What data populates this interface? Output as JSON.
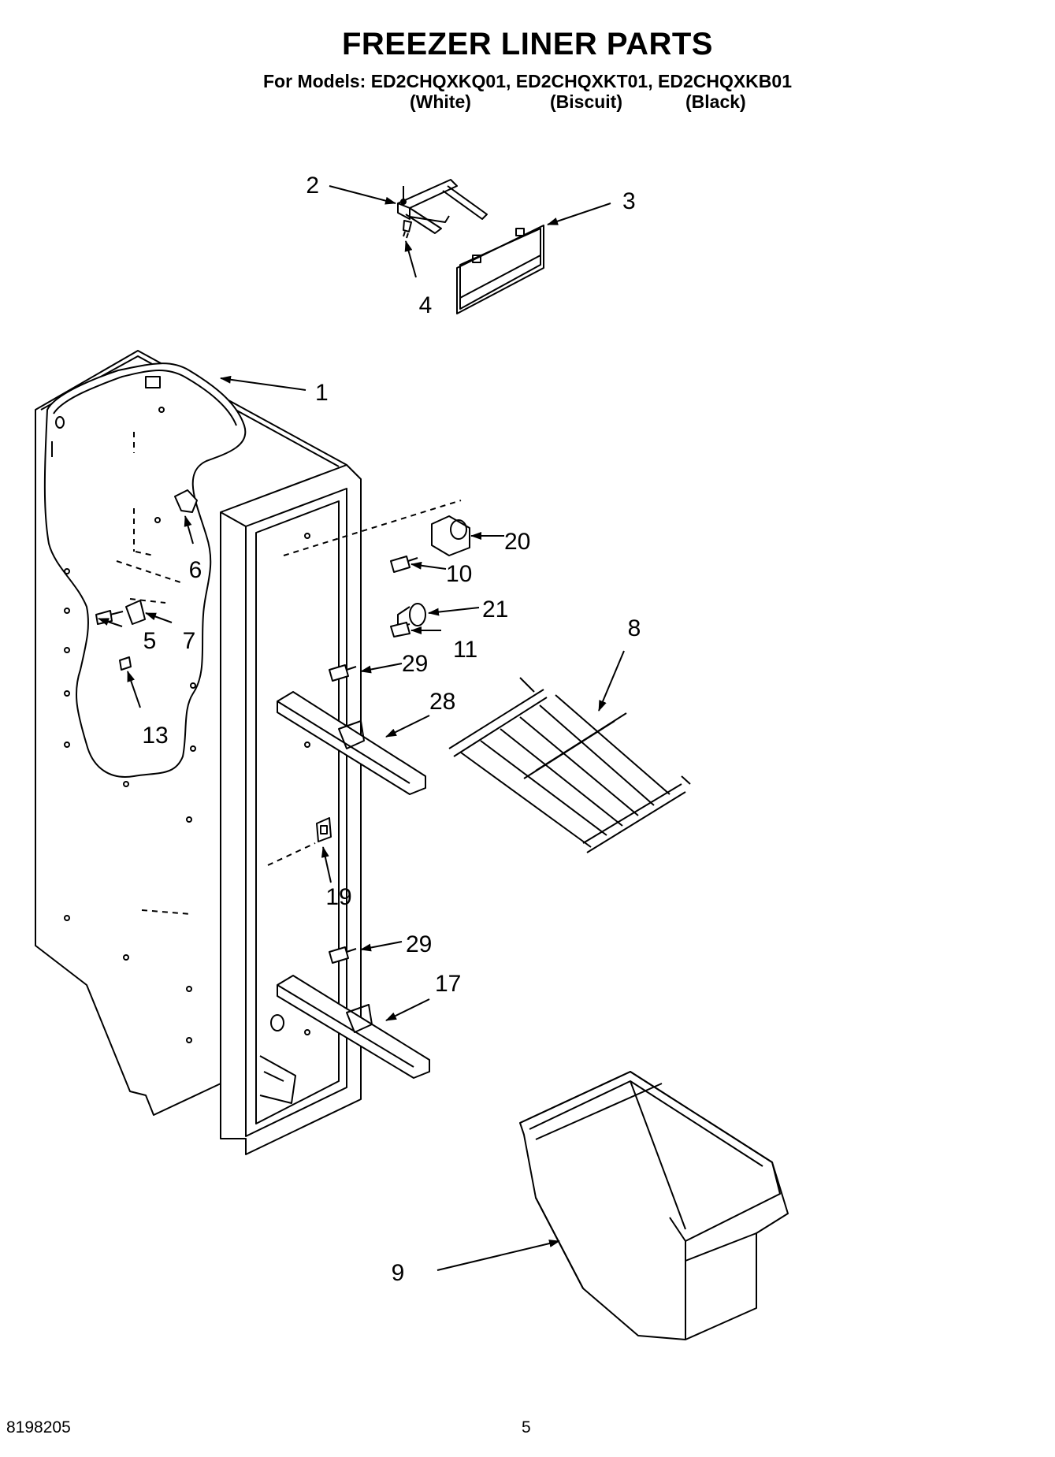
{
  "header": {
    "title": "FREEZER LINER PARTS",
    "models_line": "For Models: ED2CHQXKQ01, ED2CHQXKT01, ED2CHQXKB01",
    "variants": [
      "(White)",
      "(Biscuit)",
      "(Black)"
    ]
  },
  "callouts": [
    "1",
    "2",
    "3",
    "4",
    "5",
    "6",
    "7",
    "8",
    "9",
    "10",
    "11",
    "13",
    "17",
    "19",
    "20",
    "21",
    "28",
    "29",
    "29"
  ],
  "footer": {
    "doc_number": "8198205",
    "page_number": "5"
  }
}
